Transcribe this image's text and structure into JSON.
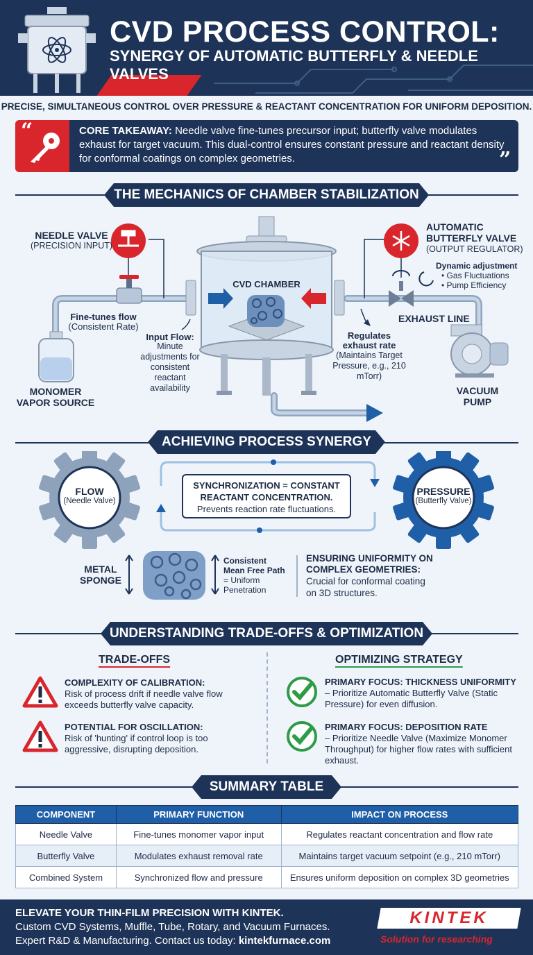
{
  "header": {
    "title": "CVD PROCESS CONTROL:",
    "subtitle": "SYNERGY OF AUTOMATIC BUTTERFLY & NEEDLE VALVES"
  },
  "lead": "PRECISE, SIMULTANEOUS CONTROL OVER PRESSURE & REACTANT CONCENTRATION FOR UNIFORM DEPOSITION.",
  "takeaway": {
    "label": "CORE TAKEAWAY:",
    "text": "Needle valve fine-tunes precursor input; butterfly valve modulates exhaust for target vacuum. This dual-control ensures constant pressure and reactant density for conformal coatings on complex geometries."
  },
  "mechanics": {
    "heading": "THE MECHANICS OF CHAMBER STABILIZATION",
    "needle_title": "NEEDLE VALVE",
    "needle_sub": "(PRECISION INPUT)",
    "fine_tunes": "Fine-tunes flow",
    "consistent_rate": "(Consistent Rate)",
    "monomer": "MONOMER",
    "vapor_source": "VAPOR SOURCE",
    "input_flow_title": "Input Flow:",
    "input_flow_body": "Minute adjustments for consistent reactant availability",
    "chamber": "CVD CHAMBER",
    "butterfly_title_1": "AUTOMATIC",
    "butterfly_title_2": "BUTTERFLY VALVE",
    "butterfly_sub": "(OUTPUT REGULATOR)",
    "dynamic": "Dynamic adjustment",
    "dyn_1": "• Gas Fluctuations",
    "dyn_2": "• Pump Efficiency",
    "exhaust_line": "EXHAUST LINE",
    "regulates_title_1": "Regulates",
    "regulates_title_2": "exhaust rate",
    "regulates_body": "(Maintains Target Pressure, e.g., 210 mTorr)",
    "vacuum": "VACUUM",
    "pump": "PUMP"
  },
  "synergy": {
    "heading": "ACHIEVING PROCESS SYNERGY",
    "flow": "FLOW",
    "flow_sub": "(Needle Valve)",
    "pressure": "PRESSURE",
    "pressure_sub": "(Butterfly Valve)",
    "sync_1": "SYNCHRONIZATION = CONSTANT",
    "sync_2": "REACTANT CONCENTRATION.",
    "sync_3": "Prevents reaction rate fluctuations.",
    "metal": "METAL",
    "sponge": "SPONGE",
    "mfp_1": "Consistent",
    "mfp_2": "Mean Free Path",
    "mfp_3": "= Uniform",
    "mfp_4": "Penetration",
    "uniform_1": "ENSURING UNIFORMITY ON",
    "uniform_2": "COMPLEX GEOMETRIES:",
    "uniform_3": "Crucial for conformal coating",
    "uniform_4": "on 3D structures."
  },
  "tradeoffs": {
    "heading": "UNDERSTANDING TRADE-OFFS & OPTIMIZATION",
    "left_title": "TRADE-OFFS",
    "right_title": "OPTIMIZING STRATEGY",
    "t1_title": "COMPLEXITY OF CALIBRATION:",
    "t1_body": "Risk of process drift if needle valve flow exceeds butterfly valve capacity.",
    "t2_title": "POTENTIAL FOR OSCILLATION:",
    "t2_body": "Risk of 'hunting' if control loop is too aggressive, disrupting deposition.",
    "o1_title": "PRIMARY FOCUS: THICKNESS UNIFORMITY",
    "o1_body": "– Prioritize Automatic Butterfly Valve (Static Pressure) for even diffusion.",
    "o2_title": "PRIMARY FOCUS: DEPOSITION RATE",
    "o2_body": "– Prioritize Needle Valve (Maximize Monomer Throughput) for higher flow rates with sufficient exhaust."
  },
  "summary": {
    "heading": "SUMMARY TABLE",
    "headers": [
      "COMPONENT",
      "PRIMARY FUNCTION",
      "IMPACT ON PROCESS"
    ],
    "rows": [
      [
        "Needle Valve",
        "Fine-tunes monomer vapor input",
        "Regulates reactant concentration and flow rate"
      ],
      [
        "Butterfly Valve",
        "Modulates exhaust removal rate",
        "Maintains target vacuum setpoint (e.g., 210 mTorr)"
      ],
      [
        "Combined System",
        "Synchronized flow and pressure",
        "Ensures uniform deposition on complex 3D geometries"
      ]
    ]
  },
  "footer": {
    "line1": "ELEVATE YOUR THIN-FILM PRECISION WITH KINTEK.",
    "line2": "Custom CVD Systems, Muffle, Tube, Rotary, and Vacuum Furnaces.",
    "line3_prefix": "Expert R&D & Manufacturing. Contact us today:",
    "line3_link": "kintekfurnace.com",
    "logo": "KINTEK",
    "tagline": "Solution for researching"
  },
  "colors": {
    "navy": "#1d3358",
    "red": "#d8262c",
    "blue": "#1f5fa8",
    "green": "#2e9b47",
    "background": "#eef4fa"
  }
}
